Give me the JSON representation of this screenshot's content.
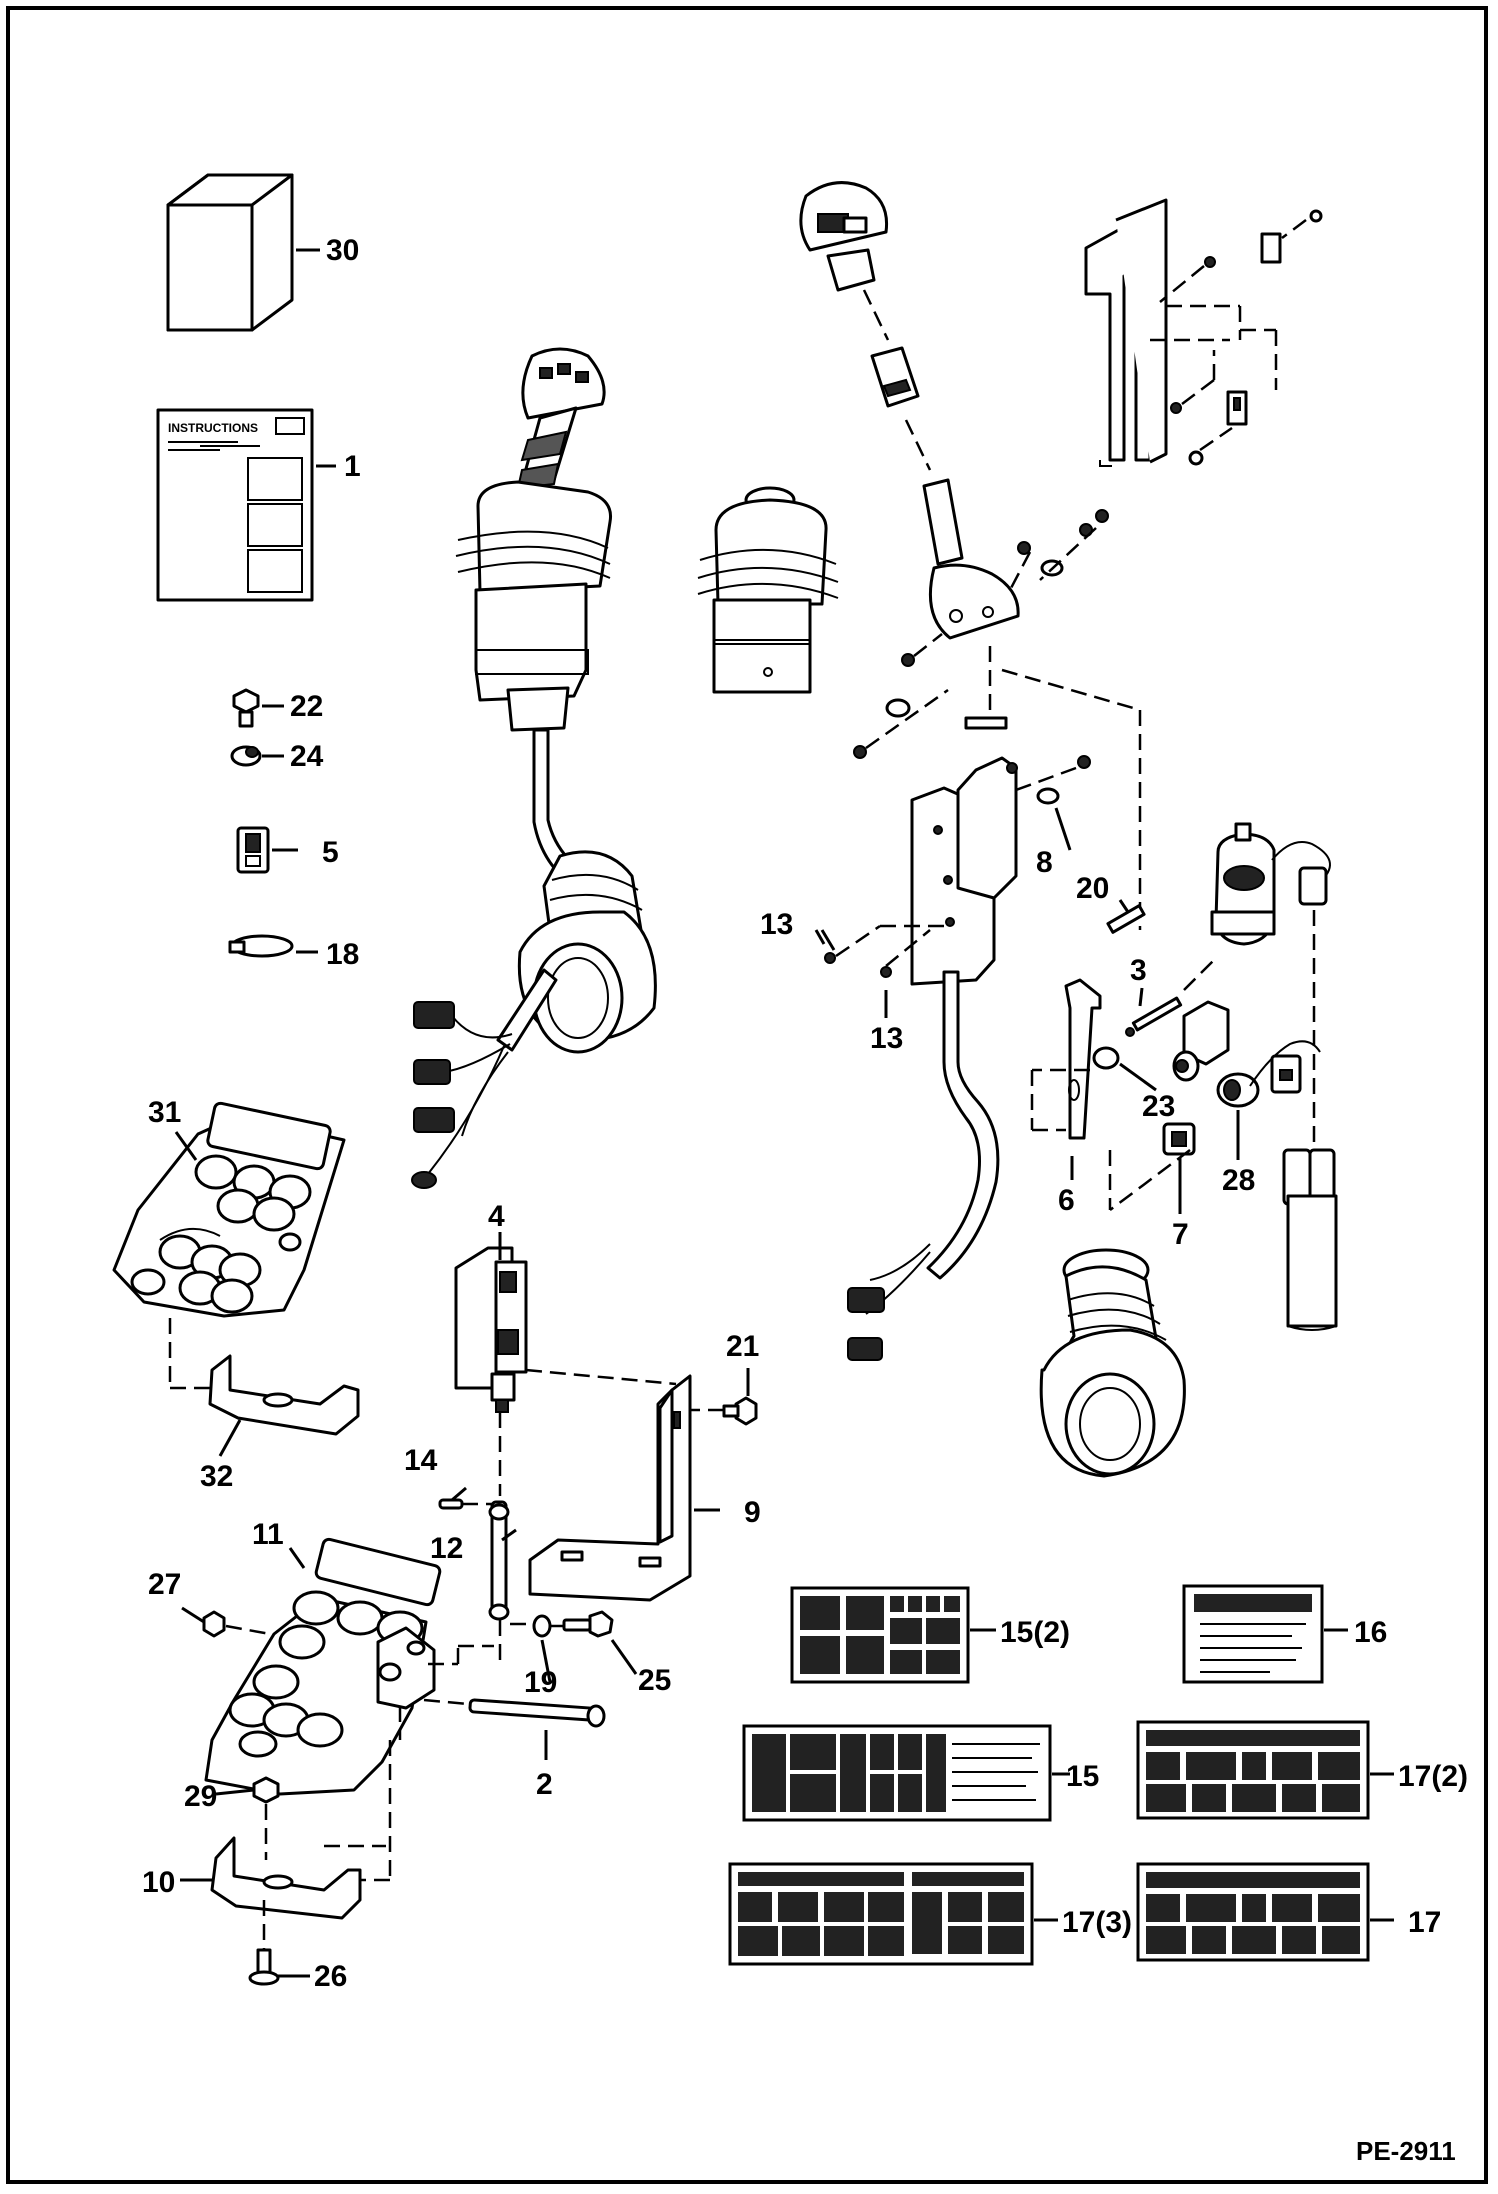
{
  "figure_id": "PE-2911",
  "instruction_sheet_header": "INSTRUCTIONS",
  "callouts": [
    {
      "id": "c30",
      "text": "30"
    },
    {
      "id": "c1",
      "text": "1"
    },
    {
      "id": "c22",
      "text": "22"
    },
    {
      "id": "c24",
      "text": "24"
    },
    {
      "id": "c5",
      "text": "5"
    },
    {
      "id": "c18",
      "text": "18"
    },
    {
      "id": "c31",
      "text": "31"
    },
    {
      "id": "c32",
      "text": "32"
    },
    {
      "id": "c4",
      "text": "4"
    },
    {
      "id": "c21",
      "text": "21"
    },
    {
      "id": "c9",
      "text": "9"
    },
    {
      "id": "c14",
      "text": "14"
    },
    {
      "id": "c12",
      "text": "12"
    },
    {
      "id": "c11",
      "text": "11"
    },
    {
      "id": "c27",
      "text": "27"
    },
    {
      "id": "c19",
      "text": "19"
    },
    {
      "id": "c25",
      "text": "25"
    },
    {
      "id": "c2",
      "text": "2"
    },
    {
      "id": "c29",
      "text": "29"
    },
    {
      "id": "c10",
      "text": "10"
    },
    {
      "id": "c26",
      "text": "26"
    },
    {
      "id": "c8",
      "text": "8"
    },
    {
      "id": "c13a",
      "text": "13"
    },
    {
      "id": "c13b",
      "text": "13"
    },
    {
      "id": "c20",
      "text": "20"
    },
    {
      "id": "c3",
      "text": "3"
    },
    {
      "id": "c23",
      "text": "23"
    },
    {
      "id": "c28",
      "text": "28"
    },
    {
      "id": "c6",
      "text": "6"
    },
    {
      "id": "c7",
      "text": "7"
    },
    {
      "id": "c15x2",
      "text": "15(2)"
    },
    {
      "id": "c16",
      "text": "16"
    },
    {
      "id": "c15",
      "text": "15"
    },
    {
      "id": "c17x2",
      "text": "17(2)"
    },
    {
      "id": "c17x3",
      "text": "17(3)"
    },
    {
      "id": "c17",
      "text": "17"
    }
  ]
}
